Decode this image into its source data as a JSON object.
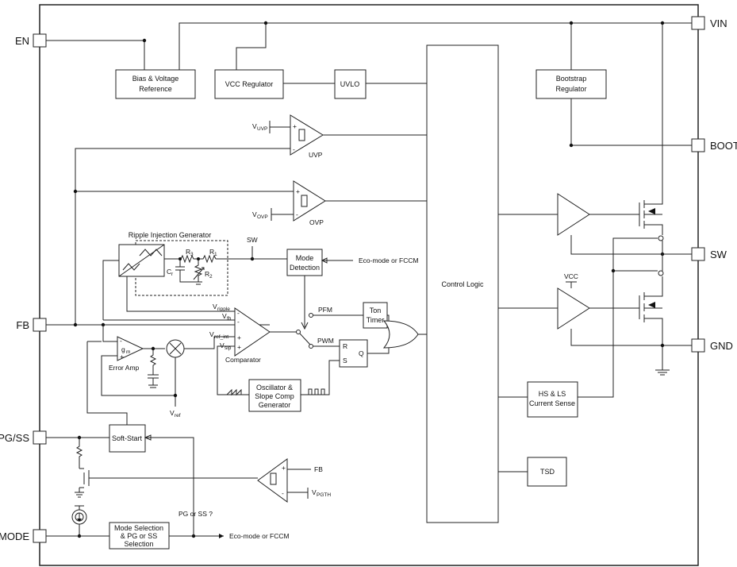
{
  "pins": {
    "en": "EN",
    "vin": "VIN",
    "boot": "BOOT",
    "sw": "SW",
    "gnd": "GND",
    "fb": "FB",
    "pgss": "PG/SS",
    "mode": "MODE"
  },
  "blocks": {
    "bias_1": "Bias & Voltage",
    "bias_2": "Reference",
    "vcc_reg": "VCC Regulator",
    "uvlo": "UVLO",
    "boot_reg_1": "Bootstrap",
    "boot_reg_2": "Regulator",
    "control_logic": "Control Logic",
    "mode_det_1": "Mode",
    "mode_det_2": "Detection",
    "ton_1": "Ton",
    "ton_2": "Timer",
    "osc_1": "Oscillator &",
    "osc_2": "Slope Comp",
    "osc_3": "Generator",
    "cs_1": "HS & LS",
    "cs_2": "Current Sense",
    "tsd": "TSD",
    "soft_start": "Soft-Start",
    "mode_sel_1": "Mode Selection",
    "mode_sel_2": "& PG or SS",
    "mode_sel_3": "Selection",
    "ripple_title": "Ripple Injection Generator"
  },
  "labels": {
    "uvp": "UVP",
    "ovp": "OVP",
    "v": "V",
    "uvp_sub": "UVP",
    "ovp_sub": "OVP",
    "sw_node": "SW",
    "eco_fccm": "Eco-mode or FCCM",
    "pfm": "PFM",
    "pwm": "PWM",
    "r": "R",
    "s": "S",
    "q": "Q",
    "v_ripple_sub": "ripple",
    "v_fb_sub": "fb",
    "v_refint_sub": "ref_int",
    "v_slp_sub": "slp",
    "comparator": "Comparator",
    "gm": "g",
    "gm_sub": "m",
    "error_amp": "Error Amp",
    "vref_sub": "ref",
    "vcc": "VCC",
    "fb": "FB",
    "vpgth_sub": "PGTH",
    "pg_or_ss": "PG or SS ?",
    "r3": "R",
    "r3_sub": "3",
    "r1": "R",
    "r1_sub": "1",
    "r2": "R",
    "r2_sub": "2",
    "c": "C",
    "c_sub": "r",
    "plus": "+",
    "minus": "-"
  }
}
